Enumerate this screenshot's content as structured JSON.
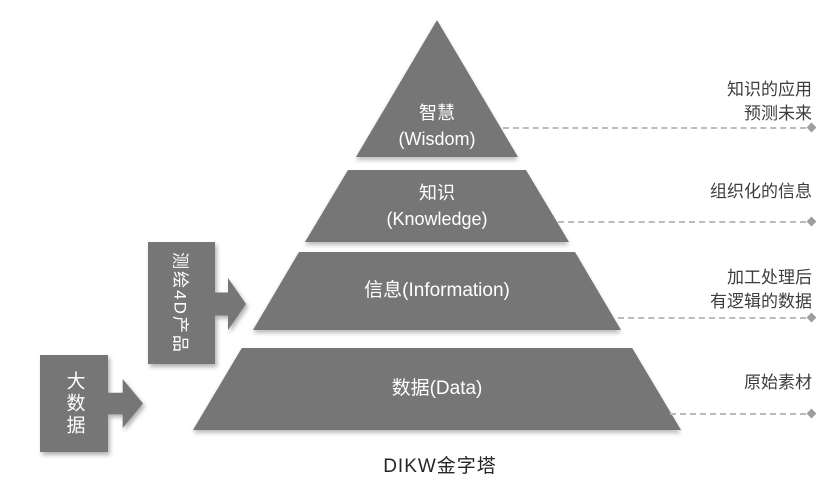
{
  "caption": "DIKW金字塔",
  "colors": {
    "pyramid_gray": "#767676",
    "level_text": "#ffffff",
    "annotation_text": "#3d3d3d",
    "dashed_line": "#bcbcbc",
    "diamond_marker": "#9e9e9e"
  },
  "pyramid": {
    "levels": [
      {
        "id": "wisdom",
        "line1": "智慧",
        "line2": "(Wisdom)"
      },
      {
        "id": "knowledge",
        "line1": "知识",
        "line2": "(Knowledge)"
      },
      {
        "id": "information",
        "line1": "信息(Information)"
      },
      {
        "id": "data",
        "line1": "数据(Data)"
      }
    ]
  },
  "annotations": [
    {
      "target": "wisdom",
      "lines": [
        "知识的应用",
        "预测未来"
      ]
    },
    {
      "target": "knowledge",
      "lines": [
        "组织化的信息"
      ]
    },
    {
      "target": "information",
      "lines": [
        "加工处理后",
        "有逻辑的数据"
      ]
    },
    {
      "target": "data",
      "lines": [
        "原始素材"
      ]
    }
  ],
  "callouts": [
    {
      "target": "information",
      "label": "测绘4D产品"
    },
    {
      "target": "data",
      "label": "大数据"
    }
  ]
}
